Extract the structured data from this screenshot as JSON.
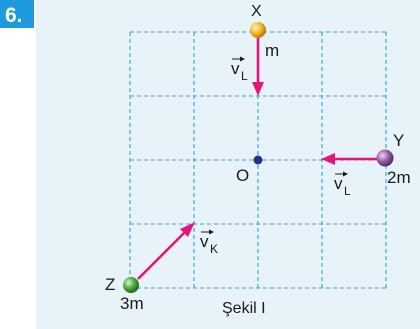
{
  "problem": {
    "number": "6."
  },
  "objects": {
    "x": {
      "name": "X",
      "mass": "m"
    },
    "y": {
      "name": "Y",
      "mass": "2m"
    },
    "z": {
      "name": "Z",
      "mass": "3m"
    }
  },
  "center": {
    "name": "O"
  },
  "velocities": {
    "x": {
      "symbol": "v",
      "subscript": "L"
    },
    "y": {
      "symbol": "v",
      "subscript": "L"
    },
    "z": {
      "symbol": "v",
      "subscript": "K"
    }
  },
  "caption": "Şekil I",
  "colors": {
    "background": "#e8f3f9",
    "grid": "#29a3dc",
    "badge": "#1e9be0",
    "arrow": "#e5157b",
    "ball_x": "#f2b92b",
    "ball_y": "#9b5da8",
    "ball_z": "#4cae3e",
    "center": "#2b2b8c"
  }
}
